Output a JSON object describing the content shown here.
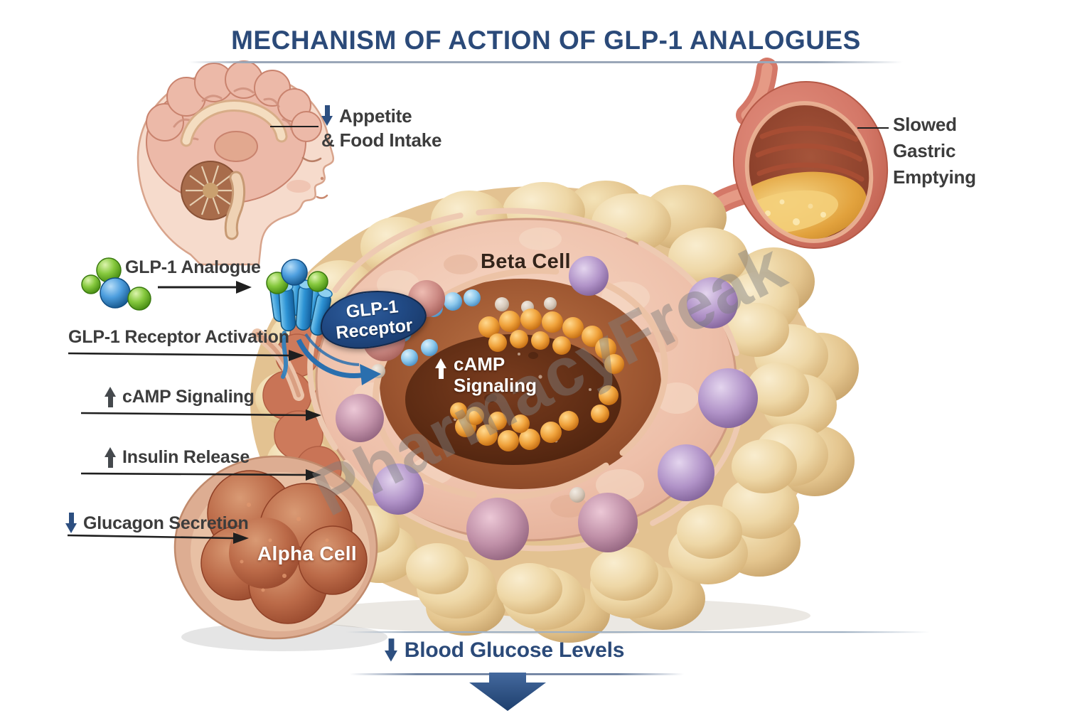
{
  "title": "MECHANISM OF ACTION OF GLP-1 ANALOGUES",
  "watermark": "PharmacyFreak",
  "icons": {
    "down_arrow": "block-arrow-down",
    "up_arrow": "block-arrow-up"
  },
  "labels": {
    "appetite": {
      "line1": "Appetite",
      "line2": "& Food Intake"
    },
    "gastric": {
      "line1": "Slowed",
      "line2": "Gastric",
      "line3": "Emptying"
    },
    "analogue": "GLP-1 Analogue",
    "receptor_activation": "GLP-1 Receptor Activation",
    "camp_signaling": "cAMP Signaling",
    "insulin_release": "Insulin Release",
    "glucagon_secretion": "Glucagon Secretion",
    "blood_glucose": "Blood Glucose Levels"
  },
  "islet": {
    "beta_cell": "Beta Cell",
    "alpha_cell": "Alpha Cell",
    "receptor_badge": {
      "line1": "GLP-1",
      "line2": "Receptor"
    },
    "camp_center": {
      "line1": "cAMP",
      "line2": "Signaling"
    }
  },
  "colors": {
    "title_blue": "#2b4a79",
    "arrow_blue": "#2d4f80",
    "arrow_dark": "#45494d",
    "label_text": "#3c3c3c",
    "badge_blue": "#16335e",
    "receptor_cyan": "#2e96d8",
    "molecule_green": "#6cbf2e",
    "molecule_blue": "#2e86d1",
    "acinar_tan": "#eed7a6",
    "beta_cell_pink": "#eec0aa",
    "nucleus_brown": "#5c2b13",
    "granule_orange": "#f0a33c",
    "granule_purple": "#b193c8",
    "alpha_red": "#bb6a48",
    "watermark_gray": "#7d7d7d"
  }
}
